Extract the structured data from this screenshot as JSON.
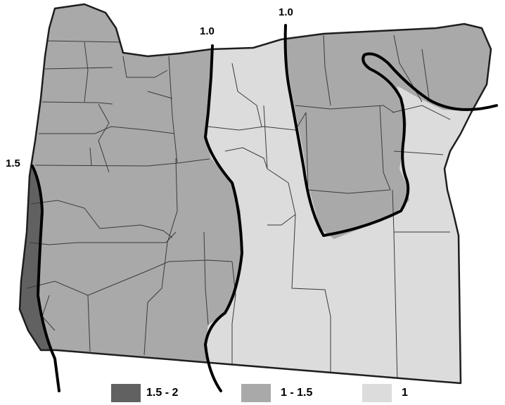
{
  "map": {
    "colors": {
      "band_high": "#616161",
      "band_mid": "#a9a9a9",
      "band_low": "#dcdcdc",
      "outline": "#1e1e1e",
      "contour": "#000000"
    },
    "contour_labels": [
      "1.5",
      "1.0",
      "1.0"
    ]
  },
  "legend": {
    "items": [
      {
        "label": "1.5 - 2",
        "color": "#616161"
      },
      {
        "label": "1 - 1.5",
        "color": "#a9a9a9"
      },
      {
        "label": "1",
        "color": "#dcdcdc"
      }
    ]
  }
}
